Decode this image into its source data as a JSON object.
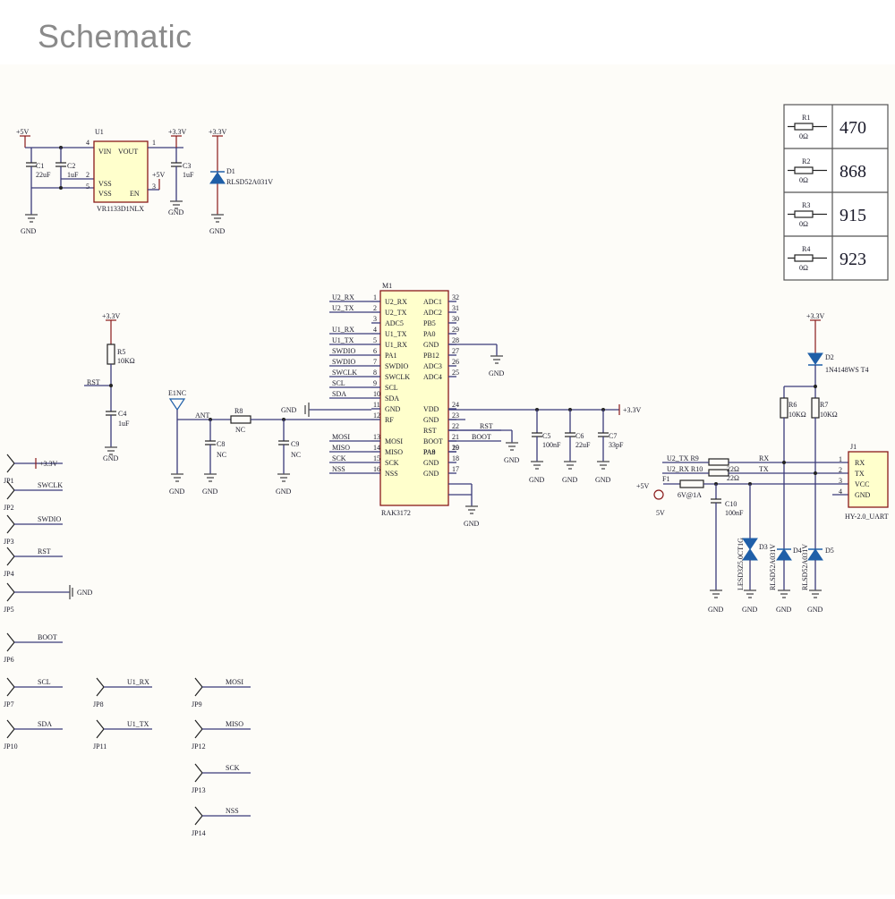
{
  "page": {
    "title": "Schematic"
  },
  "labels": {
    "gnd": "GND",
    "p5v": "+5V",
    "p33v": "+3.3V",
    "nc": "NC",
    "ant": "ANT"
  },
  "regulator": {
    "ref": "U1",
    "part": "VR1133D1NLX",
    "pin_vin": "VIN",
    "pin_vout": "VOUT",
    "pin_vss1": "VSS",
    "pin_vss2": "VSS",
    "pin_en": "EN",
    "n4": "4",
    "n1": "1",
    "n2": "2",
    "n5": "5",
    "n3": "3",
    "c1": "C1",
    "c1v": "22uF",
    "c2": "C2",
    "c2v": "1uF",
    "c3": "C3",
    "c3v": "1uF",
    "d1": "D1",
    "d1v": "RLSD52A031V"
  },
  "table": {
    "rows": [
      {
        "ref": "R1",
        "ohm": "0Ω",
        "value": "470"
      },
      {
        "ref": "R2",
        "ohm": "0Ω",
        "value": "868"
      },
      {
        "ref": "R3",
        "ohm": "0Ω",
        "value": "915"
      },
      {
        "ref": "R4",
        "ohm": "0Ω",
        "value": "923"
      }
    ]
  },
  "reset": {
    "r5": "R5",
    "r5v": "10KΩ",
    "rst": "RST",
    "c4": "C4",
    "c4v": "1uF"
  },
  "antenna": {
    "e1": "E1",
    "r8": "R8",
    "c8": "C8",
    "c9": "C9"
  },
  "module": {
    "ref": "M1",
    "part": "RAK3172",
    "left_pins": [
      {
        "net": "U2_RX",
        "num": "1",
        "name": "U2_RX"
      },
      {
        "net": "U2_TX",
        "num": "2",
        "name": "U2_TX"
      },
      {
        "net": "",
        "num": "3",
        "name": "ADC5"
      },
      {
        "net": "U1_RX",
        "num": "4",
        "name": "U1_TX"
      },
      {
        "net": "U1_TX",
        "num": "5",
        "name": "U1_RX"
      },
      {
        "net": "SWDIO",
        "num": "6",
        "name": "PA1"
      },
      {
        "net": "SWDIO",
        "num": "7",
        "name": "SWDIO"
      },
      {
        "net": "SWCLK",
        "num": "8",
        "name": "SWCLK"
      },
      {
        "net": "SCL",
        "num": "9",
        "name": "SCL"
      },
      {
        "net": "SDA",
        "num": "10",
        "name": "SDA"
      },
      {
        "net": "GND",
        "num": "11",
        "name": "GND"
      },
      {
        "net": "ANT",
        "num": "12",
        "name": "RF"
      },
      {
        "net": "MOSI",
        "num": "13",
        "name": "MOSI"
      },
      {
        "net": "MISO",
        "num": "14",
        "name": "MISO"
      },
      {
        "net": "SCK",
        "num": "15",
        "name": "SCK"
      },
      {
        "net": "NSS",
        "num": "16",
        "name": "NSS"
      }
    ],
    "right_pins": [
      {
        "num": "32",
        "name": "ADC1"
      },
      {
        "num": "31",
        "name": "ADC2"
      },
      {
        "num": "30",
        "name": "PB5"
      },
      {
        "num": "29",
        "name": "PA0"
      },
      {
        "num": "28",
        "name": "GND"
      },
      {
        "num": "27",
        "name": "PB12"
      },
      {
        "num": "26",
        "name": "ADC3"
      },
      {
        "num": "25",
        "name": "ADC4"
      },
      {
        "num": "24",
        "name": "VDD"
      },
      {
        "num": "23",
        "name": "GND"
      },
      {
        "num": "22",
        "name": "RST"
      },
      {
        "num": "21",
        "name": "BOOT"
      },
      {
        "num": "20",
        "name": "PA9"
      },
      {
        "num": "19",
        "name": "PA8"
      },
      {
        "num": "18",
        "name": "GND"
      },
      {
        "num": "17",
        "name": "GND"
      }
    ],
    "net_rst": "RST",
    "net_boot": "BOOT"
  },
  "decoupling": {
    "c5": "C5",
    "c5v": "100nF",
    "c6": "C6",
    "c6v": "22uF",
    "c7": "C7",
    "c7v": "33pF"
  },
  "uart": {
    "j1": "J1",
    "j1part": "HY-2.0_UART",
    "pins": [
      {
        "num": "1",
        "name": "RX"
      },
      {
        "num": "2",
        "name": "TX"
      },
      {
        "num": "3",
        "name": "VCC"
      },
      {
        "num": "4",
        "name": "GND"
      }
    ],
    "r9": "U2_TX R9",
    "r10": "U2_RX R10",
    "r9v": "22Ω",
    "r10v": "22Ω",
    "rx": "RX",
    "tx": "TX",
    "f1": "F1",
    "f1v": "6V@1A",
    "v5": "5V",
    "c10": "C10",
    "c10v": "100nF",
    "d2": "D2",
    "d2v": "1N4148WS T4",
    "r6": "R6",
    "r6v": "10KΩ",
    "r7": "R7",
    "r7v": "10KΩ",
    "d3": "D3",
    "d3v": "LESD3Z5.0CT1G",
    "d4": "D4",
    "d4v": "RLSD52A031V",
    "d5": "D5",
    "d5v": "RLSD52A031V"
  },
  "jumpers": [
    {
      "ref": "JP1",
      "net": "+3.3V"
    },
    {
      "ref": "JP2",
      "net": "SWCLK"
    },
    {
      "ref": "JP3",
      "net": "SWDIO"
    },
    {
      "ref": "JP4",
      "net": "RST"
    },
    {
      "ref": "JP5",
      "net": "GND"
    },
    {
      "ref": "JP6",
      "net": "BOOT"
    },
    {
      "ref": "JP7",
      "net": "SCL"
    },
    {
      "ref": "JP8",
      "net": "U1_RX"
    },
    {
      "ref": "JP9",
      "net": "MOSI"
    },
    {
      "ref": "JP10",
      "net": "SDA"
    },
    {
      "ref": "JP11",
      "net": "U1_TX"
    },
    {
      "ref": "JP12",
      "net": "MISO"
    },
    {
      "ref": "JP13",
      "net": "SCK"
    },
    {
      "ref": "JP14",
      "net": "NSS"
    }
  ]
}
